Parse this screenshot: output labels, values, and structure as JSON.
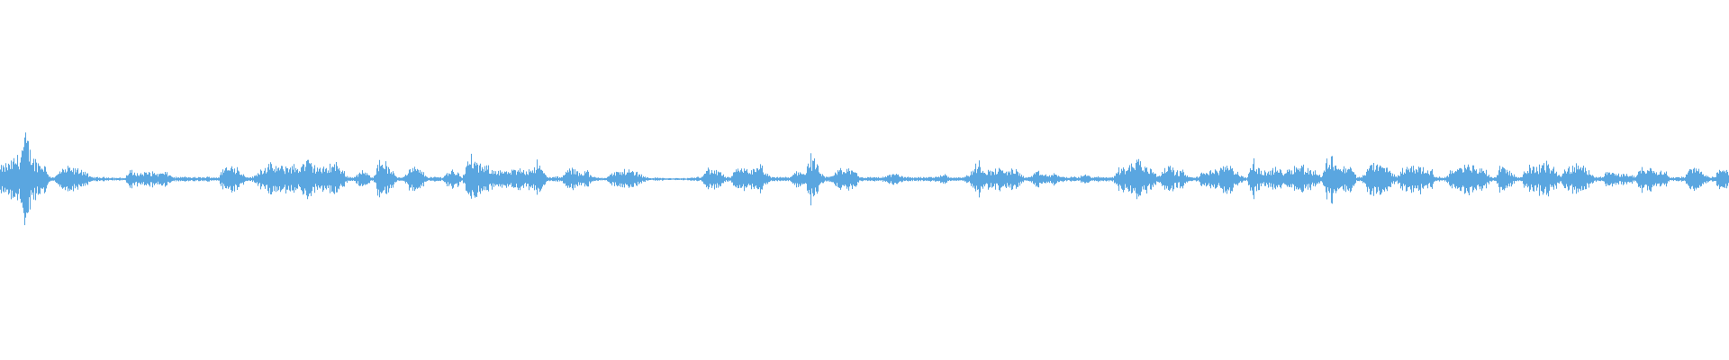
{
  "waveform": {
    "color": "#5aa6e0",
    "background": "#ffffff",
    "amplitude_profile": [
      0.25,
      0.3,
      0.35,
      0.45,
      0.55,
      0.95,
      0.6,
      0.4,
      0.35,
      0.3,
      0.05,
      0.05,
      0.18,
      0.22,
      0.25,
      0.2,
      0.22,
      0.18,
      0.05,
      0.04,
      0.04,
      0.04,
      0.04,
      0.03,
      0.03,
      0.02,
      0.18,
      0.15,
      0.12,
      0.14,
      0.16,
      0.14,
      0.12,
      0.15,
      0.1,
      0.04,
      0.04,
      0.05,
      0.04,
      0.04,
      0.04,
      0.04,
      0.05,
      0.04,
      0.04,
      0.28,
      0.22,
      0.35,
      0.2,
      0.1,
      0.04,
      0.05,
      0.18,
      0.25,
      0.3,
      0.28,
      0.26,
      0.25,
      0.3,
      0.28,
      0.25,
      0.35,
      0.4,
      0.3,
      0.25,
      0.22,
      0.28,
      0.35,
      0.3,
      0.18,
      0.05,
      0.04,
      0.12,
      0.18,
      0.1,
      0.04,
      0.35,
      0.45,
      0.25,
      0.15,
      0.04,
      0.05,
      0.18,
      0.25,
      0.22,
      0.15,
      0.05,
      0.04,
      0.05,
      0.04,
      0.15,
      0.2,
      0.15,
      0.05,
      0.35,
      0.5,
      0.3,
      0.28,
      0.25,
      0.22,
      0.2,
      0.18,
      0.15,
      0.18,
      0.2,
      0.22,
      0.2,
      0.25,
      0.35,
      0.22,
      0.05,
      0.04,
      0.05,
      0.04,
      0.2,
      0.22,
      0.18,
      0.15,
      0.2,
      0.05,
      0.04,
      0.03,
      0.04,
      0.12,
      0.15,
      0.18,
      0.2,
      0.18,
      0.15,
      0.1,
      0.04,
      0.03,
      0.03,
      0.03,
      0.02,
      0.02,
      0.02,
      0.02,
      0.02,
      0.03,
      0.04,
      0.05,
      0.22,
      0.2,
      0.18,
      0.15,
      0.04,
      0.05,
      0.18,
      0.22,
      0.25,
      0.2,
      0.18,
      0.3,
      0.15,
      0.04,
      0.04,
      0.05,
      0.04,
      0.04,
      0.15,
      0.2,
      0.12,
      0.5,
      0.35,
      0.15,
      0.04,
      0.05,
      0.15,
      0.22,
      0.18,
      0.25,
      0.2,
      0.05,
      0.04,
      0.04,
      0.05,
      0.04,
      0.05,
      0.1,
      0.12,
      0.08,
      0.05,
      0.04,
      0.04,
      0.05,
      0.04,
      0.05,
      0.04,
      0.08,
      0.12,
      0.04,
      0.05,
      0.04,
      0.05,
      0.1,
      0.25,
      0.35,
      0.22,
      0.18,
      0.2,
      0.22,
      0.18,
      0.2,
      0.22,
      0.15,
      0.05,
      0.04,
      0.12,
      0.15,
      0.1,
      0.08,
      0.12,
      0.08,
      0.05,
      0.04,
      0.05,
      0.04,
      0.1,
      0.08,
      0.04,
      0.05,
      0.04,
      0.05,
      0.04,
      0.22,
      0.25,
      0.28,
      0.35,
      0.45,
      0.3,
      0.25,
      0.22,
      0.05,
      0.22,
      0.28,
      0.22,
      0.15,
      0.2,
      0.05,
      0.04,
      0.05,
      0.15,
      0.18,
      0.2,
      0.18,
      0.22,
      0.4,
      0.25,
      0.15,
      0.05,
      0.04,
      0.4,
      0.25,
      0.15,
      0.18,
      0.2,
      0.22,
      0.18,
      0.2,
      0.25,
      0.28,
      0.3,
      0.22,
      0.2,
      0.15,
      0.05,
      0.4,
      0.5,
      0.35,
      0.22,
      0.28,
      0.25,
      0.05,
      0.04,
      0.22,
      0.3,
      0.35,
      0.28,
      0.25,
      0.15,
      0.05,
      0.2,
      0.25,
      0.3,
      0.28,
      0.25,
      0.22,
      0.2,
      0.05,
      0.04,
      0.05,
      0.2,
      0.22,
      0.25,
      0.28,
      0.3,
      0.25,
      0.22,
      0.2,
      0.05,
      0.04,
      0.35,
      0.25,
      0.15,
      0.05,
      0.04,
      0.22,
      0.28,
      0.25,
      0.3,
      0.35,
      0.28,
      0.22,
      0.05,
      0.22,
      0.25,
      0.3,
      0.28,
      0.22,
      0.2,
      0.05,
      0.04,
      0.12,
      0.15,
      0.12,
      0.1,
      0.12,
      0.1,
      0.05,
      0.22,
      0.28,
      0.25,
      0.22,
      0.2,
      0.18,
      0.05,
      0.04,
      0.05,
      0.04,
      0.22,
      0.25,
      0.2,
      0.15,
      0.04,
      0.05,
      0.2,
      0.25,
      0.18
    ]
  }
}
